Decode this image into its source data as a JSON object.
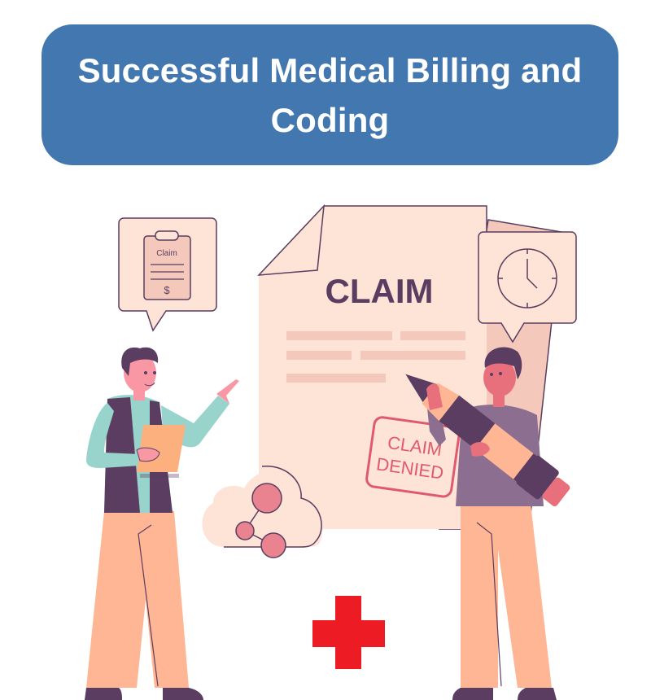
{
  "header": {
    "title": "Successful Medical Billing and Coding",
    "background_color": "#4377b0",
    "text_color": "#ffffff"
  },
  "illustration": {
    "document": {
      "heading": "CLAIM",
      "stamp_line1": "CLAIM",
      "stamp_line2": "DENIED"
    },
    "speech_bubble_left": {
      "icon": "clipboard-icon",
      "label": "Claim",
      "currency_symbol": "$"
    },
    "speech_bubble_right": {
      "icon": "clock-icon"
    },
    "cloud": {
      "icon": "share-network-icon"
    },
    "medical_cross": {
      "icon": "medical-cross-icon",
      "color": "#ed1c24"
    },
    "colors": {
      "paper": "#fde4d7",
      "paper_shadow": "#f4c8bb",
      "outline": "#5a3d60",
      "skin": "#e8707c",
      "pants": "#ffb694",
      "shirt_left": "#98d4cb",
      "shirt_right": "#8c6e91",
      "stamp": "#e05a6e",
      "node": "#e8838f"
    }
  }
}
